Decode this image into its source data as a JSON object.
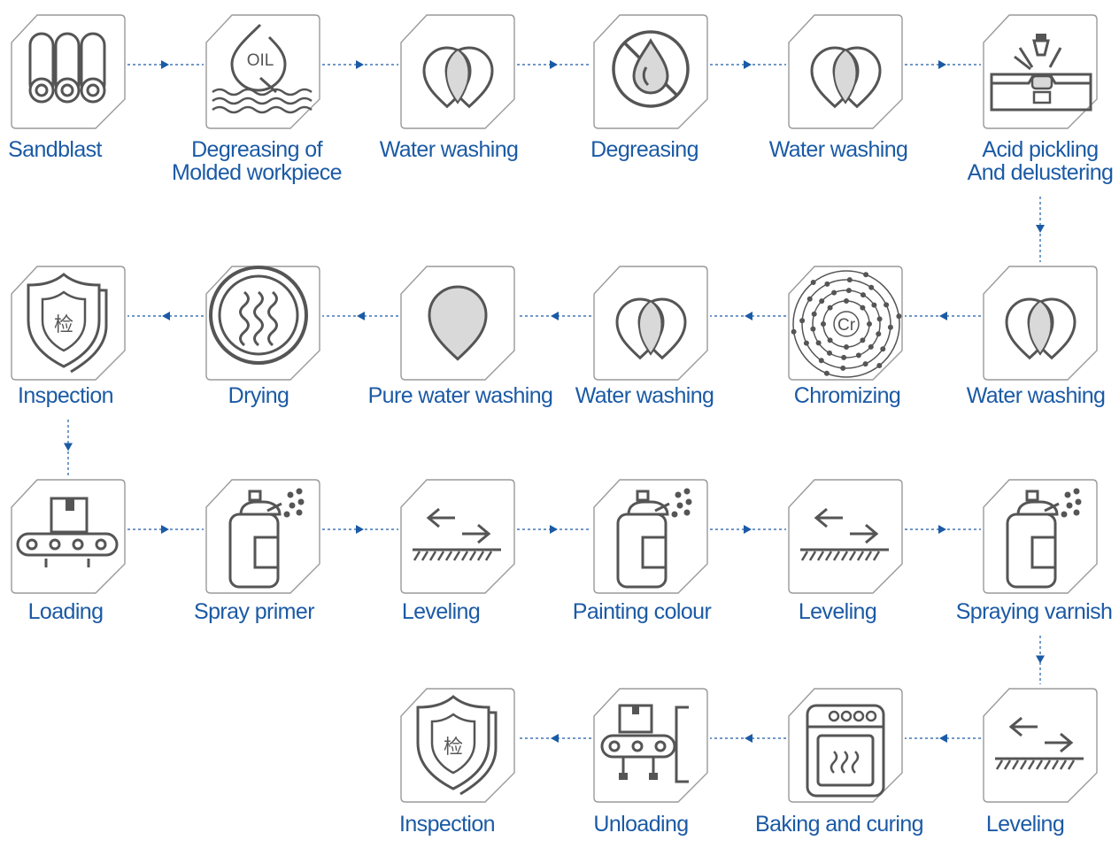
{
  "steps": [
    {
      "id": "sandblast",
      "label": [
        "Sandblast"
      ],
      "icon": "pipes-icon"
    },
    {
      "id": "degrease-molded",
      "label": [
        "Degreasing of",
        "Molded workpiece"
      ],
      "icon": "oil-icon"
    },
    {
      "id": "water-washing-1",
      "label": [
        "Water washing"
      ],
      "icon": "water-drops-icon"
    },
    {
      "id": "degreasing",
      "label": [
        "Degreasing"
      ],
      "icon": "no-oil-icon"
    },
    {
      "id": "water-washing-2",
      "label": [
        "Water washing"
      ],
      "icon": "water-drops-icon"
    },
    {
      "id": "acid-pickling",
      "label": [
        "Acid pickling",
        "And delustering"
      ],
      "icon": "acid-pickling-icon"
    },
    {
      "id": "water-washing-3",
      "label": [
        "Water washing"
      ],
      "icon": "water-drops-icon"
    },
    {
      "id": "chromizing",
      "label": [
        "Chromizing"
      ],
      "icon": "chromium-atom-icon"
    },
    {
      "id": "water-washing-4",
      "label": [
        "Water washing"
      ],
      "icon": "water-drops-icon"
    },
    {
      "id": "pure-water-washing",
      "label": [
        "Pure water washing"
      ],
      "icon": "single-drop-icon"
    },
    {
      "id": "drying",
      "label": [
        "Drying"
      ],
      "icon": "heat-waves-icon"
    },
    {
      "id": "inspection-1",
      "label": [
        "Inspection"
      ],
      "icon": "inspection-shield-icon"
    },
    {
      "id": "loading",
      "label": [
        "Loading"
      ],
      "icon": "conveyor-box-icon"
    },
    {
      "id": "spray-primer",
      "label": [
        "Spray primer"
      ],
      "icon": "spray-can-icon"
    },
    {
      "id": "leveling-1",
      "label": [
        "Leveling"
      ],
      "icon": "leveling-arrows-icon"
    },
    {
      "id": "painting-colour",
      "label": [
        "Painting colour"
      ],
      "icon": "spray-can-icon"
    },
    {
      "id": "leveling-2",
      "label": [
        "Leveling"
      ],
      "icon": "leveling-arrows-icon"
    },
    {
      "id": "spraying-varnish",
      "label": [
        "Spraying varnish"
      ],
      "icon": "spray-can-icon"
    },
    {
      "id": "leveling-3",
      "label": [
        "Leveling"
      ],
      "icon": "leveling-arrows-icon"
    },
    {
      "id": "baking-curing",
      "label": [
        "Baking and curing"
      ],
      "icon": "oven-icon"
    },
    {
      "id": "unloading",
      "label": [
        "Unloading"
      ],
      "icon": "unloading-conveyor-icon"
    },
    {
      "id": "inspection-2",
      "label": [
        "Inspection"
      ],
      "icon": "inspection-shield-icon"
    }
  ],
  "icon_text": {
    "oil": "OIL",
    "chromium": "Cr",
    "inspection_glyph": "检"
  },
  "colors": {
    "label": "#1b5aa5",
    "connector": "#1b5aa5",
    "icon_stroke": "#555555",
    "icon_fill": "#d9d9d9",
    "tile_border": "#9a9a9a"
  }
}
